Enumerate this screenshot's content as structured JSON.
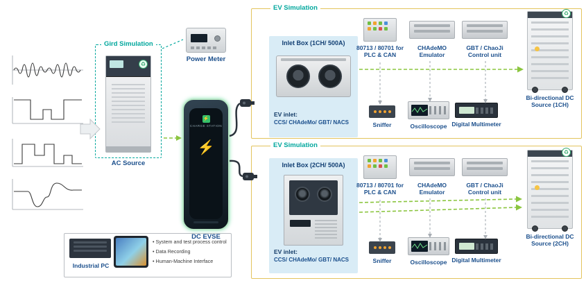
{
  "colors": {
    "teal_accent": "#00A79D",
    "label_blue": "#1B4F8C",
    "sim_box_gold": "#E3C45C",
    "arrow_green": "#8BC53F",
    "inlet_panel_blue": "#D9ECF6"
  },
  "icons": {
    "lightning_bolt": "⚡",
    "eco_badge": "♻"
  },
  "grid_simulation": {
    "title": "Gird Simulation",
    "device_label": "AC Source"
  },
  "power_meter": {
    "label": "Power Meter"
  },
  "dc_evse": {
    "label": "DC EVSE",
    "logo_text": "CHARGE STATION"
  },
  "ev_sim_1": {
    "title": "EV Simulation",
    "inlet_box": {
      "title": "Inlet Box (1CH/ 500A)",
      "inlet_prefix": "EV inlet:",
      "inlet_types": "CCS/ CHAdeMo/ GBT/ NACS"
    },
    "top_devices": [
      {
        "label": "80713 / 80701 for PLC & CAN"
      },
      {
        "label": "CHAdeMO Emulator"
      },
      {
        "label": "GBT / ChaoJi Control unit"
      }
    ],
    "instruments": [
      {
        "label": "Sniffer"
      },
      {
        "label": "Oscilloscope"
      },
      {
        "label": "Digital Multimeter"
      }
    ],
    "dc_source_label": "Bi-directional DC Source (1CH)"
  },
  "ev_sim_2": {
    "title": "EV Simulation",
    "inlet_box": {
      "title": "Inlet Box (2CH/ 500A)",
      "inlet_prefix": "EV inlet:",
      "inlet_types": "CCS/ CHAdeMo/ GBT/ NACS"
    },
    "top_devices": [
      {
        "label": "80713 / 80701 for PLC & CAN"
      },
      {
        "label": "CHAdeMO Emulator"
      },
      {
        "label": "GBT / ChaoJi Control unit"
      }
    ],
    "instruments": [
      {
        "label": "Sniffer"
      },
      {
        "label": "Oscilloscope"
      },
      {
        "label": "Digital Multimeter"
      }
    ],
    "dc_source_label": "Bi-directional DC Source (2CH)"
  },
  "industrial_pc": {
    "label": "Industrial PC",
    "bullets": [
      "System and test process control",
      "Data Recording",
      "Human-Machine Interface"
    ]
  }
}
